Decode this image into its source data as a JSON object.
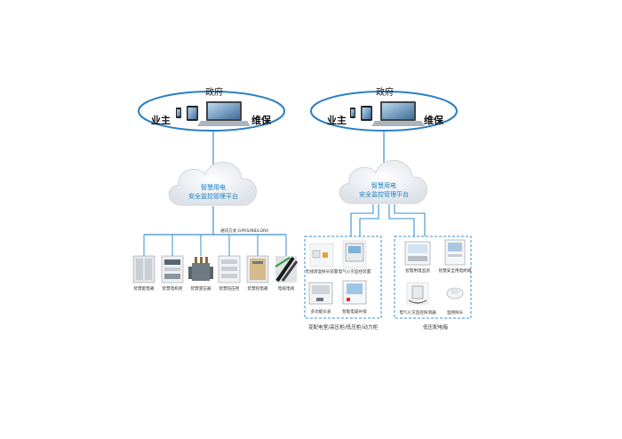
{
  "left_network": {
    "ellipse": {
      "top": "政府",
      "left": "业主",
      "right": "维保"
    },
    "cloud_lines": [
      "智慧用电",
      "安全监控管理平台"
    ],
    "bus_label": "通讯方式:GPRS/NB/LORA",
    "devices": [
      {
        "label": "智慧配电箱",
        "icon": "distribution-cabinet"
      },
      {
        "label": "智慧电机柜",
        "icon": "motor-cabinet"
      },
      {
        "label": "智慧变压器",
        "icon": "transformer"
      },
      {
        "label": "智慧低压柜",
        "icon": "low-voltage-cabinet"
      },
      {
        "label": "智慧控电箱",
        "icon": "control-box"
      },
      {
        "label": "电缆电线",
        "icon": "cable"
      }
    ]
  },
  "right_network": {
    "ellipse": {
      "top": "政府",
      "left": "业主",
      "right": "维保"
    },
    "cloud_lines": [
      "智慧用电",
      "安全监控管理平台"
    ],
    "groups": [
      {
        "caption": "变配电室/高压柜/低压柜/动力柜",
        "devices": [
          {
            "label": "无线测温探头装置",
            "icon": "temp-sensor"
          },
          {
            "label": "电气火灾监控装置",
            "icon": "fire-monitor"
          },
          {
            "label": "多功能仪表",
            "icon": "multifunction-meter"
          },
          {
            "label": "智能电容补偿",
            "icon": "capacitor-compensator"
          }
        ]
      },
      {
        "caption": "低压配电箱",
        "devices": [
          {
            "label": "智慧用电监测",
            "icon": "power-monitor"
          },
          {
            "label": "智慧安全用电终端",
            "icon": "safety-terminal"
          },
          {
            "label": "电气火灾监控探测器",
            "icon": "fire-detector"
          },
          {
            "label": "温感探头",
            "icon": "thermal-probe"
          }
        ]
      }
    ]
  },
  "colors": {
    "ellipse_stroke": "#2a7fc4",
    "link_line": "#3a8fd0",
    "dashed_box": "#3a8fd0",
    "cloud_text": "#1b7fc4"
  }
}
